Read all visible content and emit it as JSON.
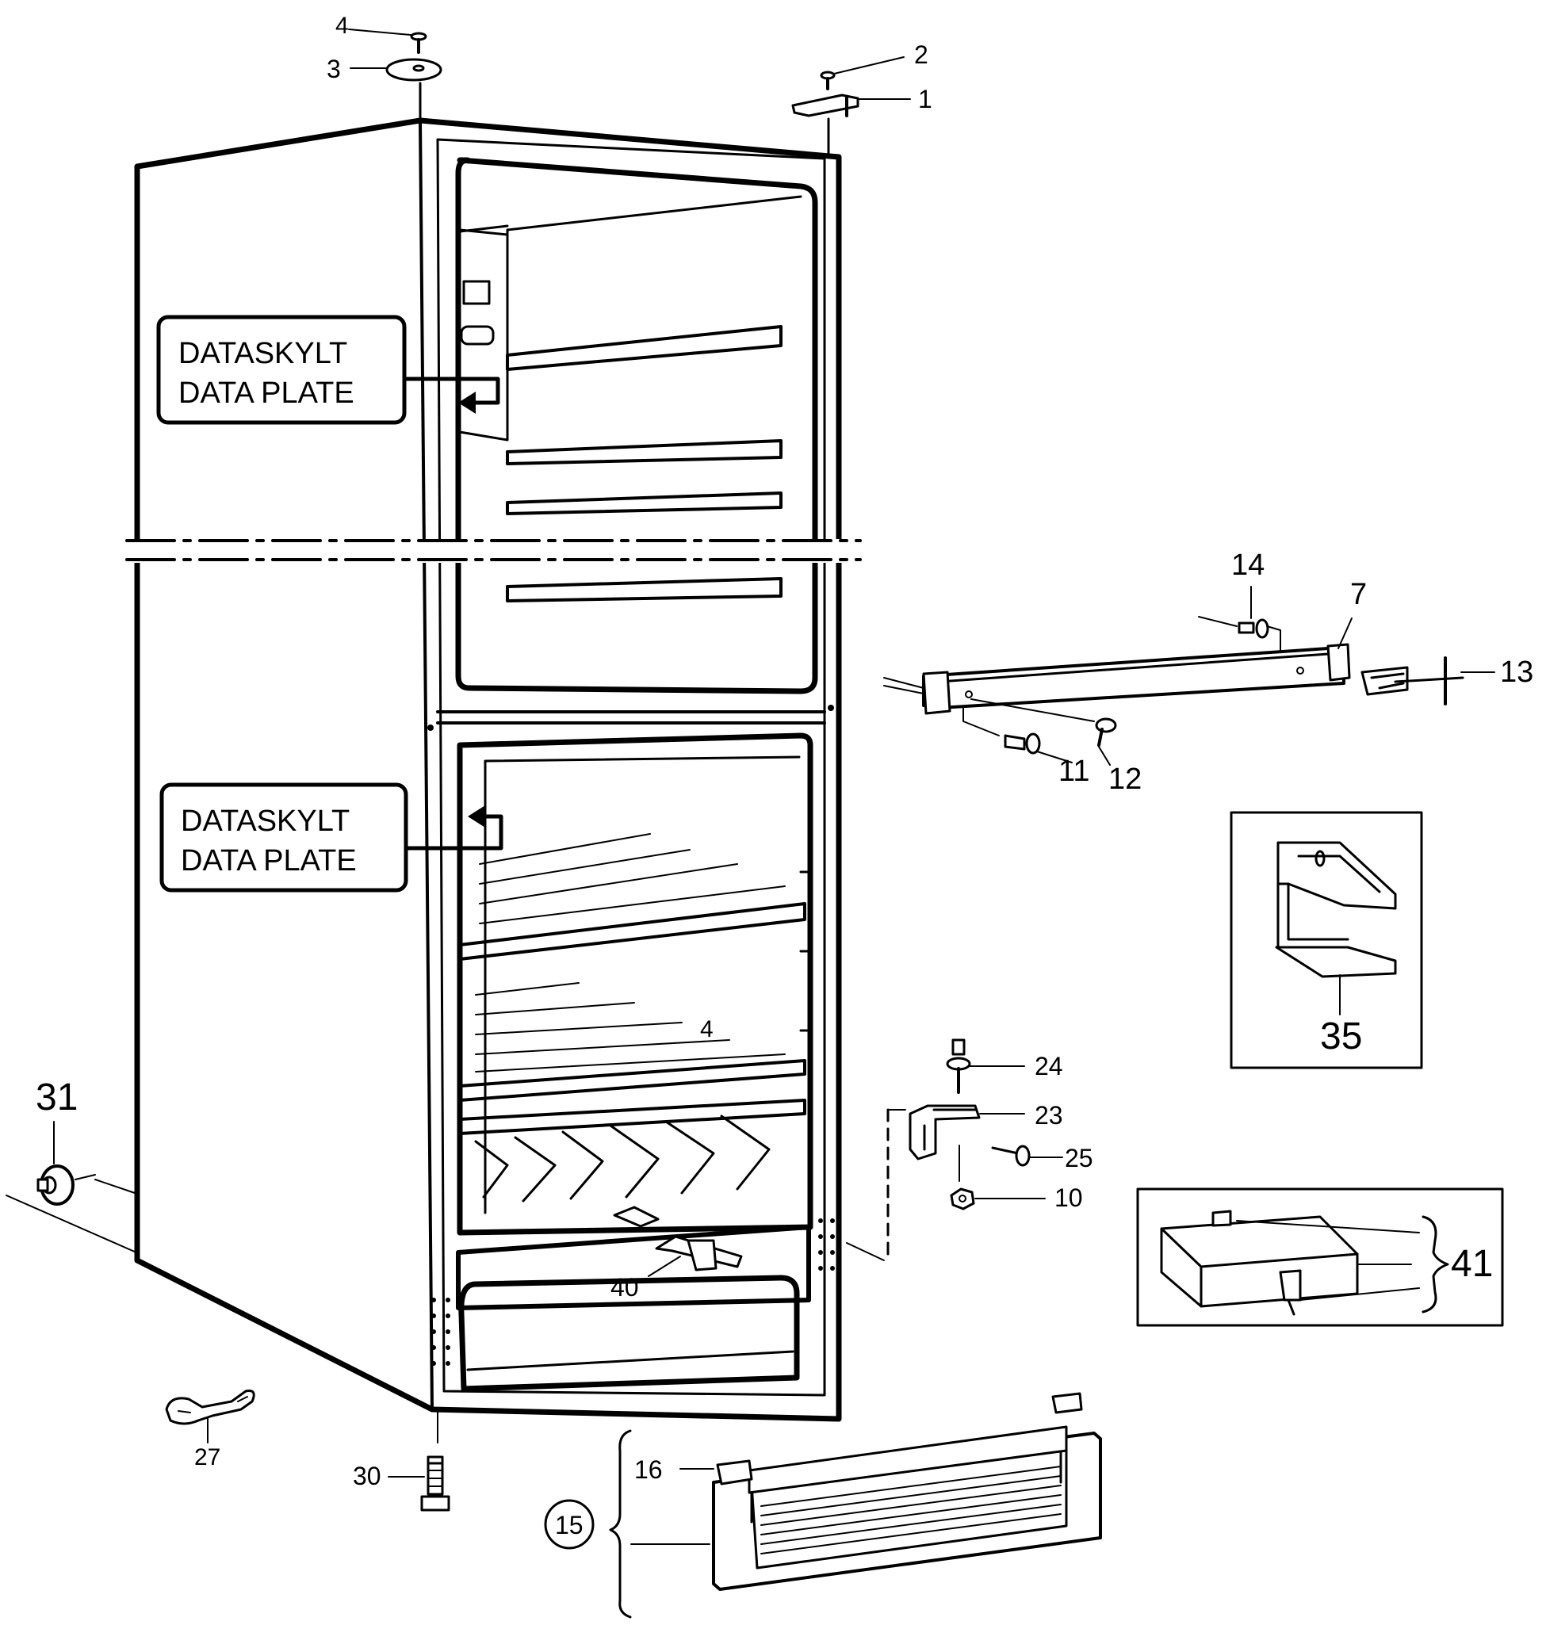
{
  "plates": {
    "upper": {
      "line1": "DATASKYLT",
      "line2": "DATA PLATE"
    },
    "lower": {
      "line1": "DATASKYLT",
      "line2": "DATA PLATE"
    }
  },
  "callouts": {
    "c4_top": "4",
    "c3": "3",
    "c2": "2",
    "c1": "1",
    "c14": "14",
    "c7": "7",
    "c13": "13",
    "c11": "11",
    "c12": "12",
    "c35": "35",
    "c24": "24",
    "c23": "23",
    "c25": "25",
    "c10": "10",
    "c41": "41",
    "c31": "31",
    "c40": "40",
    "c4_shelf": "4",
    "c27": "27",
    "c30": "30",
    "c16": "16",
    "c15": "15"
  }
}
